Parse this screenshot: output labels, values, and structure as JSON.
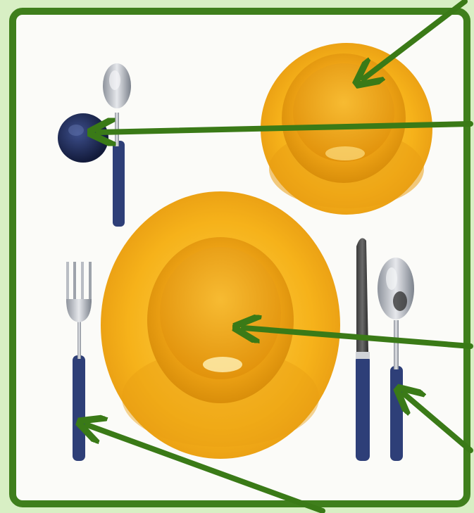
{
  "scene": {
    "subject": "table-setting-photo",
    "colors": {
      "page_bg": "#d8efc4",
      "frame_green": "#3f7f1c",
      "photo_bg": "#fbfbf8",
      "plate_yellow": "#f6b21a",
      "plate_light": "#fcd04a",
      "plate_dark": "#d98e0a",
      "handle_blue": "#2e3f78",
      "steel": "#c9ccd2",
      "arrow_green": "#3a7a17"
    }
  },
  "annotations": {
    "arrows": [
      {
        "name": "arrow-to-soup-bowl"
      },
      {
        "name": "arrow-to-small-cup"
      },
      {
        "name": "arrow-to-main-bowl"
      },
      {
        "name": "arrow-to-dessert-spoon"
      },
      {
        "name": "arrow-to-fork"
      }
    ]
  }
}
